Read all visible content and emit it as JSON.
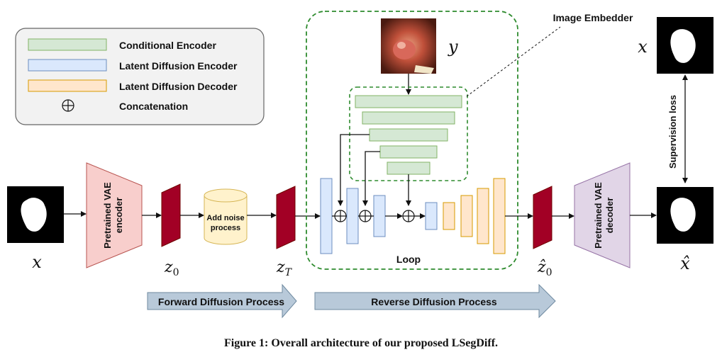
{
  "legend": {
    "conditional_encoder": "Conditional Encoder",
    "latent_diffusion_encoder": "Latent Diffusion Encoder",
    "latent_diffusion_decoder": "Latent Diffusion Decoder",
    "concatenation": "Concatenation"
  },
  "blocks": {
    "vae_encoder_line1": "Pretrained VAE",
    "vae_encoder_line2": "encoder",
    "add_noise_line1": "Add noise",
    "add_noise_line2": "process",
    "vae_decoder_line1": "Pretrained VAE",
    "vae_decoder_line2": "decoder",
    "loop": "Loop",
    "image_embedder": "Image Embedder",
    "supervision_loss": "Supervision loss"
  },
  "symbols": {
    "x_input": "x",
    "z0": "z",
    "z0_sub": "0",
    "zT": "z",
    "zT_sub": "T",
    "z0_hat": "ẑ",
    "z0_hat_sub": "0",
    "x_hat": "x̂",
    "x_top": "x",
    "y": "y"
  },
  "arrows": {
    "forward": "Forward Diffusion Process",
    "reverse": "Reverse Diffusion Process"
  },
  "caption": "Figure 1: Overall architecture of our proposed LSegDiff.",
  "colors": {
    "conditional": "#d5e8d4",
    "conditional_stroke": "#82b366",
    "encoder": "#dae8fc",
    "encoder_stroke": "#6c8ebf",
    "decoder": "#ffe6cc",
    "decoder_stroke": "#d79b00",
    "latent": "#a20025",
    "vae_encoder": "#f8cecc",
    "vae_decoder": "#e1d5e7",
    "noise": "#fff2cc",
    "dashed_green": "#2e8b2e",
    "big_arrow": "#b8c9d9"
  }
}
